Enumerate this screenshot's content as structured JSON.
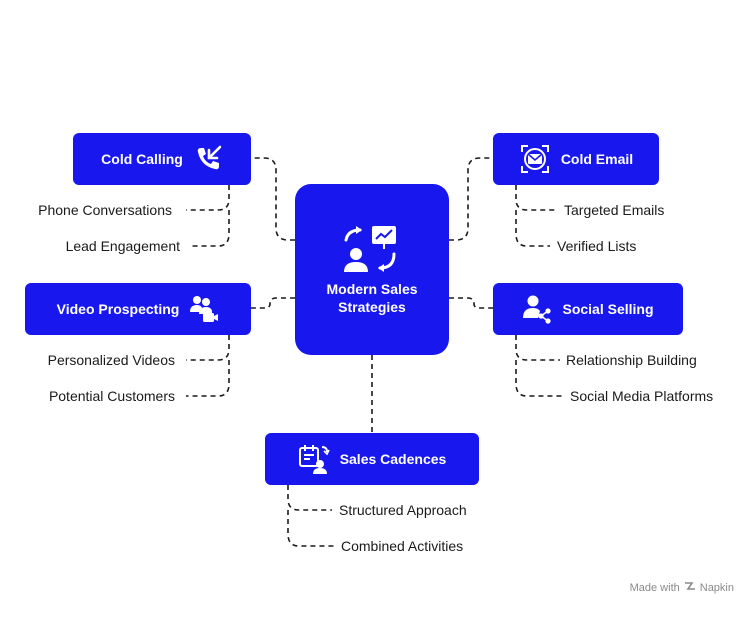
{
  "center": {
    "title": "Modern Sales Strategies",
    "icon": "sales-strategy-icon"
  },
  "branches": {
    "cold_calling": {
      "label": "Cold Calling",
      "icon": "phone-incoming-icon",
      "items": [
        "Phone Conversations",
        "Lead Engagement"
      ]
    },
    "video_prospecting": {
      "label": "Video Prospecting",
      "icon": "video-call-users-icon",
      "items": [
        "Personalized Videos",
        "Potential Customers"
      ]
    },
    "cold_email": {
      "label": "Cold Email",
      "icon": "email-target-icon",
      "items": [
        "Targeted Emails",
        "Verified Lists"
      ]
    },
    "social_selling": {
      "label": "Social Selling",
      "icon": "user-share-icon",
      "items": [
        "Relationship Building",
        "Social Media Platforms"
      ]
    },
    "sales_cadences": {
      "label": "Sales Cadences",
      "icon": "calendar-user-icon",
      "items": [
        "Structured Approach",
        "Combined Activities"
      ]
    }
  },
  "footer": {
    "text": "Made with",
    "brand": "Napkin"
  },
  "colors": {
    "node": "#1818ee",
    "text": "#1a1a1a",
    "footer": "#8a8a8a"
  }
}
